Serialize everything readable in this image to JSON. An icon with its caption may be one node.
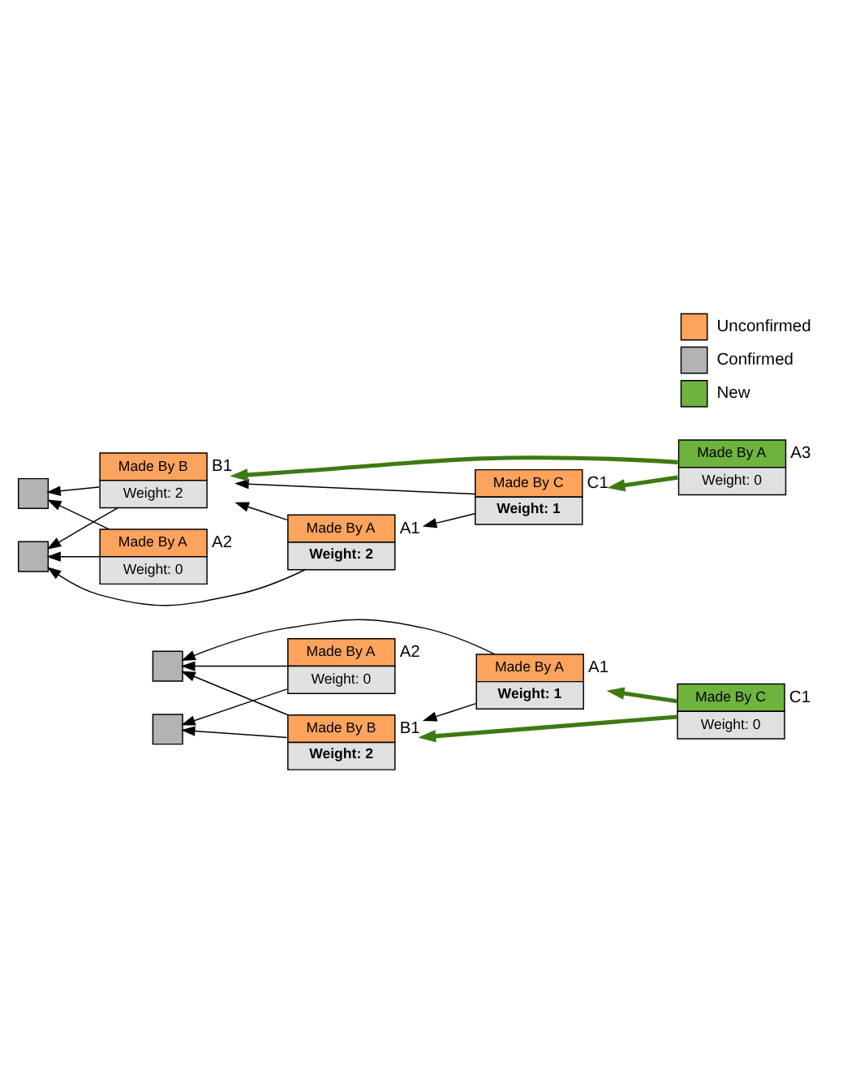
{
  "diagram": {
    "nodes": [
      {
        "text": [
          "Made By A",
          "Weight: 1"
        ],
        "beside": [
          "A1"
        ]
      },
      {
        "text": [
          "Made By C",
          "Weight: 0"
        ],
        "beside": [
          "C1"
        ]
      },
      {
        "text": [],
        "shape": "box"
      },
      {
        "text": [
          "Made By B",
          "Weight: 2"
        ],
        "beside": [
          "B1"
        ]
      },
      {
        "text": [],
        "shape": "box"
      },
      {
        "text": [
          "Made By A",
          "Weight: 0"
        ],
        "beside": [
          "A2"
        ]
      },
      {
        "text": [
          "Made By A",
          "Weight: 2"
        ],
        "beside": [
          "A1"
        ]
      },
      {
        "text": [
          "Made By C",
          "Weight: 1"
        ],
        "beside": [
          "C1"
        ]
      },
      {
        "text": [],
        "shape": "box"
      },
      {
        "text": [
          "Made By B",
          "Weight: 2"
        ],
        "beside": [
          "B1"
        ]
      },
      {
        "text": [],
        "shape": "box"
      },
      {
        "text": [
          "Made By A",
          "Weight: 0"
        ],
        "beside": [
          "A2"
        ]
      },
      {
        "text": [
          "Made By A",
          "Weight: 0"
        ],
        "beside": [
          "A3"
        ]
      }
    ],
    "edges": [
      {
        "from": 0,
        "to": 2,
        "arrow": "to"
      },
      {
        "from": 0,
        "to": 3,
        "arrow": "to"
      },
      {
        "from": 1,
        "to": 0,
        "arrow": "to",
        "style": "thick",
        "color": "#3d7a12"
      },
      {
        "from": 1,
        "to": 3,
        "arrow": "to",
        "style": "thick",
        "color": "#3d7a12"
      },
      {
        "from": 3,
        "to": 2,
        "arrow": "to"
      },
      {
        "from": 3,
        "to": 4,
        "arrow": "to"
      },
      {
        "from": 5,
        "to": 2,
        "arrow": "to"
      },
      {
        "from": 5,
        "to": 4,
        "arrow": "to"
      },
      {
        "from": 6,
        "to": 8,
        "arrow": "to"
      },
      {
        "from": 6,
        "to": 9,
        "arrow": "to"
      },
      {
        "from": 7,
        "to": 6,
        "arrow": "to"
      },
      {
        "from": 7,
        "to": 9,
        "arrow": "to"
      },
      {
        "from": 9,
        "to": 8,
        "arrow": "to"
      },
      {
        "from": 9,
        "to": 10,
        "arrow": "to"
      },
      {
        "from": 11,
        "to": 8,
        "arrow": "to"
      },
      {
        "from": 11,
        "to": 10,
        "arrow": "to"
      },
      {
        "from": 12,
        "to": 9,
        "arrow": "to",
        "style": "thick",
        "color": "#3d7a12"
      },
      {
        "from": 12,
        "to": 7,
        "arrow": "to",
        "style": "thick",
        "color": "#3d7a12"
      }
    ],
    "legend": [
      {
        "text": "Unconfirmed",
        "color": "#fca35d"
      },
      {
        "text": "Confirmed",
        "color": "#b3b3b3"
      },
      {
        "text": "New",
        "color": "#6fb33f"
      }
    ]
  }
}
